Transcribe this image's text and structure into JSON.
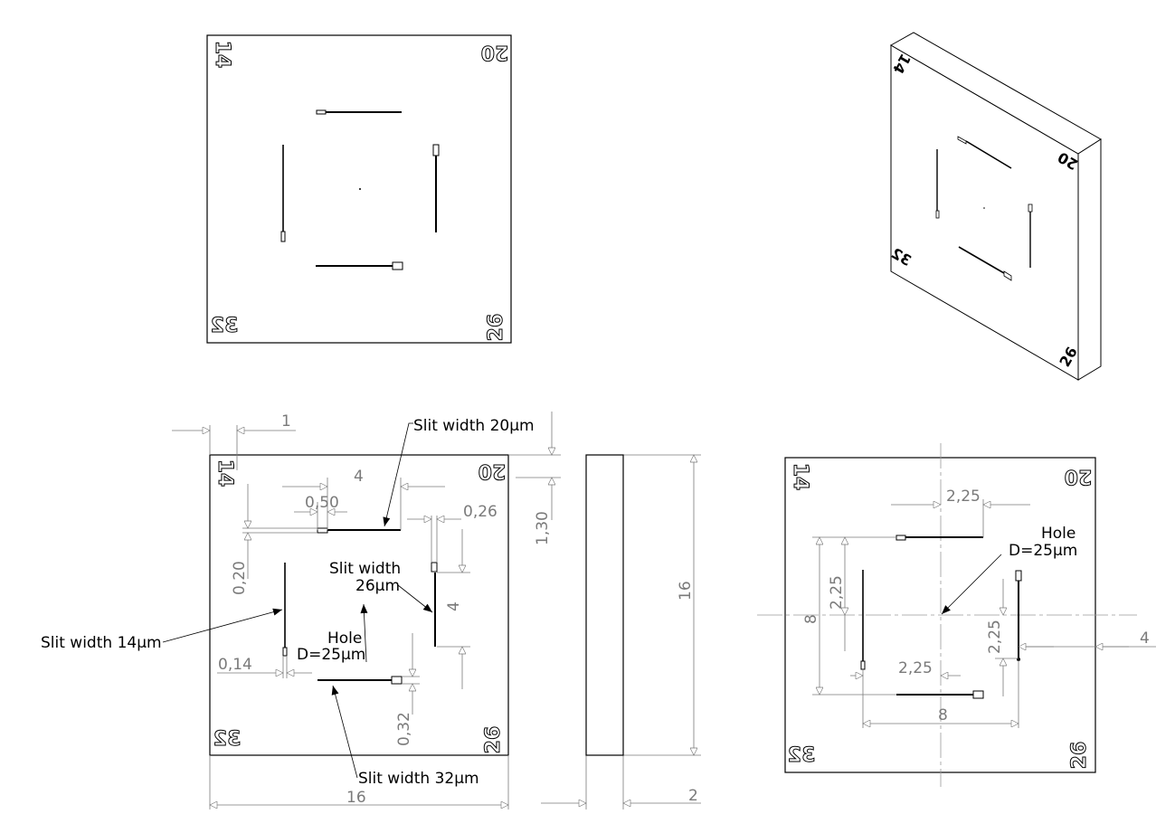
{
  "colors": {
    "outline": "#000000",
    "dimension": "#7a7a7a",
    "centerline": "#9a9a9a",
    "annotation": "#000000"
  },
  "corner_marks": {
    "top_left": "14",
    "top_right": "20",
    "bottom_left": "32",
    "bottom_right": "26"
  },
  "dimensions": {
    "edge_offset": "1",
    "slit_length": "4",
    "slit_box": "0,50",
    "slit_gap_26": "0,26",
    "top_offset": "1,30",
    "slit_box_height": "0,20",
    "slit_gap_14": "0,14",
    "slit_length_right": "4",
    "slit_gap_32": "0,32",
    "overall_width": "16",
    "overall_height": "16",
    "thickness": "2",
    "offset_top": "2,25",
    "offset_left": "2,25",
    "offset_right": "2,25",
    "offset_bottom": "2,25",
    "square_height": "8",
    "square_width": "8",
    "right_edge": "4"
  },
  "annotations": {
    "slit20": "Slit width 20µm",
    "slit26_line1": "Slit width",
    "slit26_line2": "26µm",
    "slit14": "Slit width 14µm",
    "hole_line1": "Hole",
    "hole_line2": "D=25µm",
    "slit32": "Slit width 32µm",
    "hole2_line1": "Hole",
    "hole2_line2": "D=25µm"
  }
}
